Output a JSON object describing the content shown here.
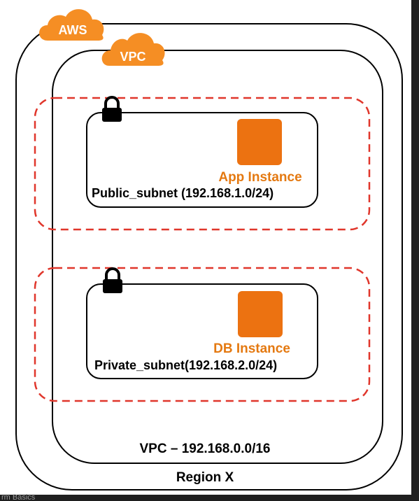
{
  "diagram": {
    "aws_badge": "AWS",
    "vpc_badge": "VPC",
    "public_subnet": {
      "label": "Public_subnet (192.168.1.0/24)",
      "instance_label": "App Instance",
      "lock_icon": "padlock-icon"
    },
    "private_subnet": {
      "label": "Private_subnet(192.168.2.0/24)",
      "instance_label": "DB Instance",
      "lock_icon": "padlock-icon"
    },
    "vpc_label": "VPC – 192.168.0.0/16",
    "region_label": "Region X",
    "footer_text": "rm Basics"
  },
  "colors": {
    "aws_orange": "#F58E24",
    "instance_orange": "#EC7211",
    "instance_label": "#E47911",
    "dashed_red": "#E0362B",
    "outline": "#000000",
    "frame_dark": "#2a2a2a"
  }
}
